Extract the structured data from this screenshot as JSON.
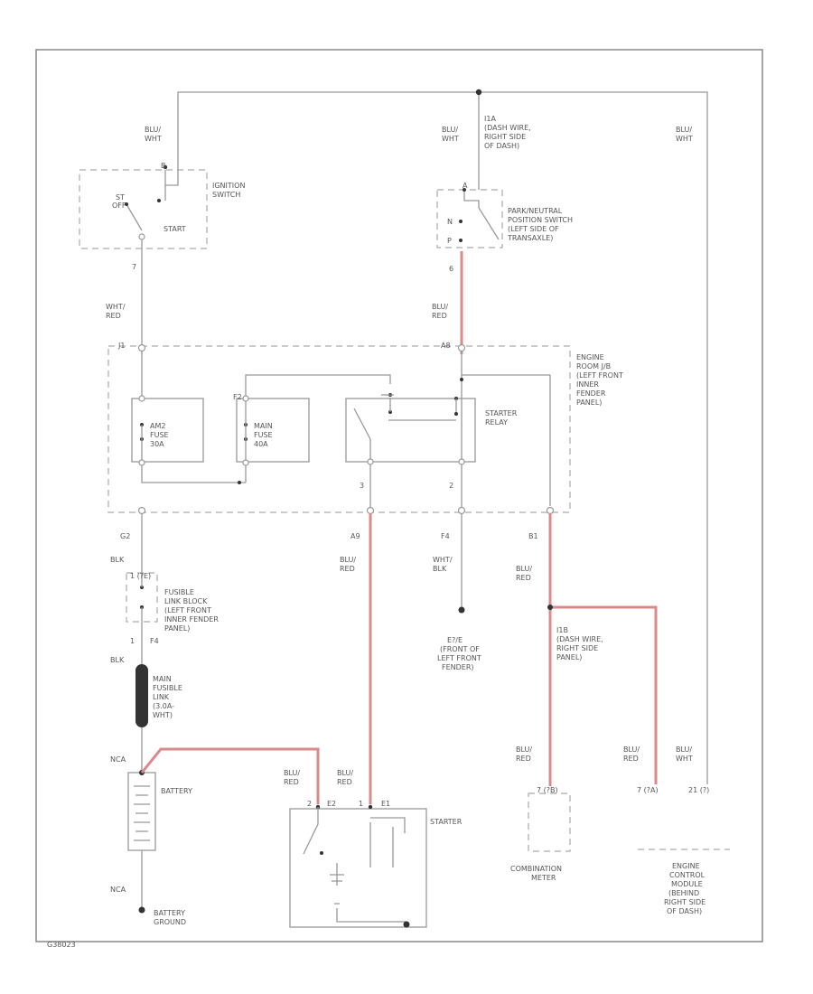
{
  "components": {
    "ignition_switch": [
      "IGNITION",
      "SWITCH"
    ],
    "ignition_positions": {
      "off": "OFF",
      "st": "ST",
      "start": "START"
    },
    "pn_switch": [
      "PARK/NEUTRAL",
      "POSITION SWITCH",
      "(LEFT SIDE OF",
      "TRANSAXLE)"
    ],
    "engine_room_jb": [
      "ENGINE",
      "ROOM J/B",
      "(LEFT FRONT",
      "INNER",
      "FENDER",
      "PANEL)"
    ],
    "am2_fuse": [
      "AM2",
      "FUSE",
      "30A"
    ],
    "main_fuse": [
      "MAIN",
      "FUSE",
      "40A"
    ],
    "starter_relay": [
      "STARTER",
      "RELAY"
    ],
    "fusible_link_block": [
      "FUSIBLE",
      "LINK BLOCK",
      "(LEFT FRONT",
      "INNER FENDER",
      "PANEL)"
    ],
    "main_fusible_link": [
      "MAIN",
      "FUSIBLE",
      "LINK",
      "(3.0A-",
      "WHT)"
    ],
    "battery": "BATTERY",
    "battery_ground": [
      "BATTERY",
      "GROUND"
    ],
    "starter": "STARTER",
    "ground_e2": [
      "E?/E",
      "(FRONT OF",
      "LEFT FRONT",
      "FENDER)"
    ],
    "combination_meter": [
      "COMBINATION",
      "METER"
    ],
    "ecm": [
      "ENGINE",
      "CONTROL",
      "MODULE",
      "(BEHIND",
      "RIGHT SIDE",
      "OF DASH)"
    ],
    "splice_top": [
      "I1A",
      "(DASH WIRE,",
      "RIGHT SIDE",
      "OF DASH)"
    ],
    "splice_mid": [
      "I1B",
      "(DASH WIRE,",
      "RIGHT SIDE",
      "PANEL)"
    ],
    "footer_code": "G38023"
  },
  "wires": {
    "blu_wht": [
      "BLU/",
      "WHT"
    ],
    "wht_red": [
      "WHT/",
      "RED"
    ],
    "blu_red": [
      "BLU/",
      "RED"
    ],
    "blk": "BLK",
    "wht_blk": [
      "WHT/",
      "BLK"
    ],
    "nca": "NCA"
  },
  "pins": {
    "ign_in": "B",
    "ign_out": "7",
    "pn_in": "A",
    "pn_n": "N",
    "pn_p": "P",
    "pn_out": "6",
    "j1": "J1",
    "a8": "A8",
    "f2": "F2",
    "g2": "G2",
    "a9": "A9",
    "f4": "F4",
    "b1": "B1",
    "fl_1": "1",
    "fl_f4": "F4",
    "relay_3": "3",
    "relay_2": "2",
    "s_2": "2",
    "s_e2": "E2",
    "s_1": "1",
    "s_e1": "E1",
    "meter_pin": "7 (?B)",
    "ecm_pin1": "7 (?A)",
    "ecm_pin2": "21 (?)"
  }
}
